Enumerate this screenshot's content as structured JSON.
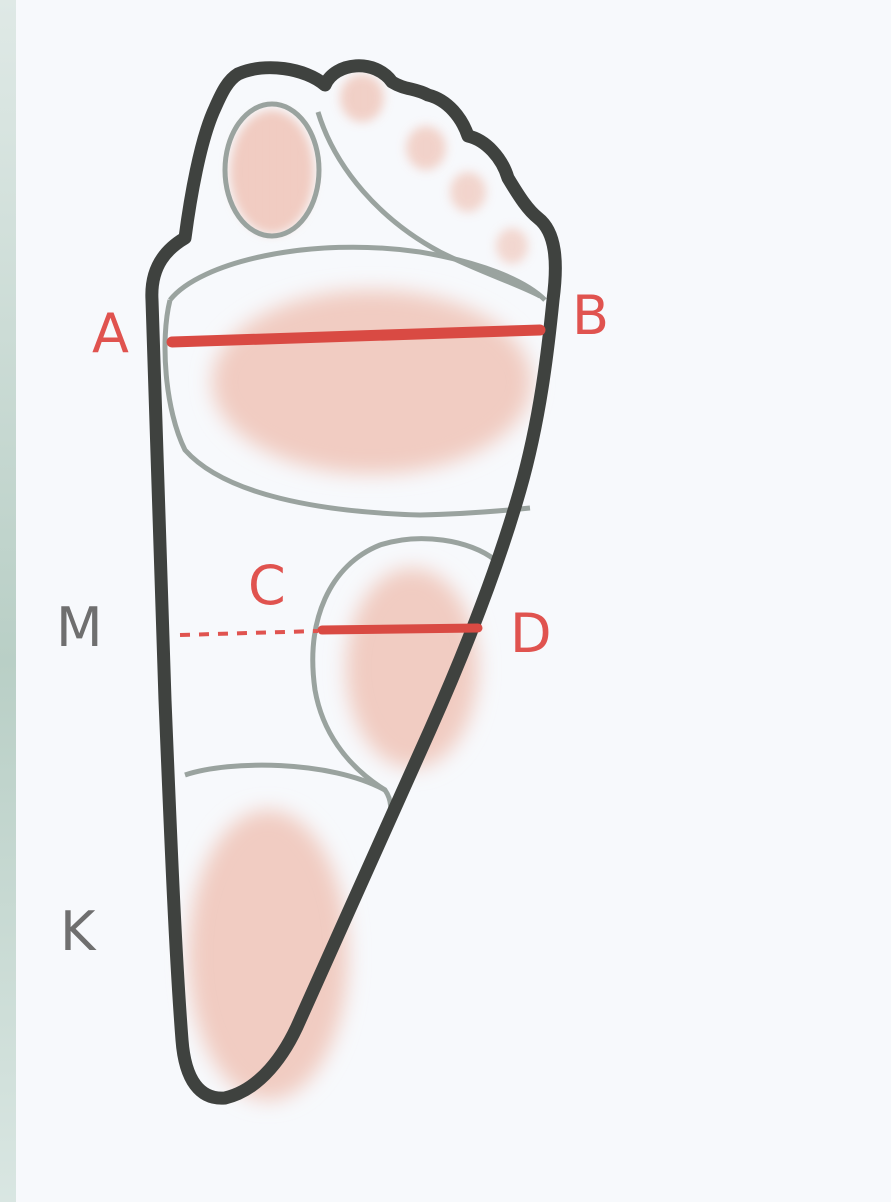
{
  "labels": {
    "A": "A",
    "B": "B",
    "C": "C",
    "D": "D",
    "M": "M",
    "K": "K"
  },
  "colors": {
    "outline": "#3f423f",
    "region_outline": "#9aa39f",
    "line_red": "#d94a43",
    "label_red": "#e0534f",
    "label_gray": "#6f6f6f",
    "shade": "#e9b0a3"
  }
}
